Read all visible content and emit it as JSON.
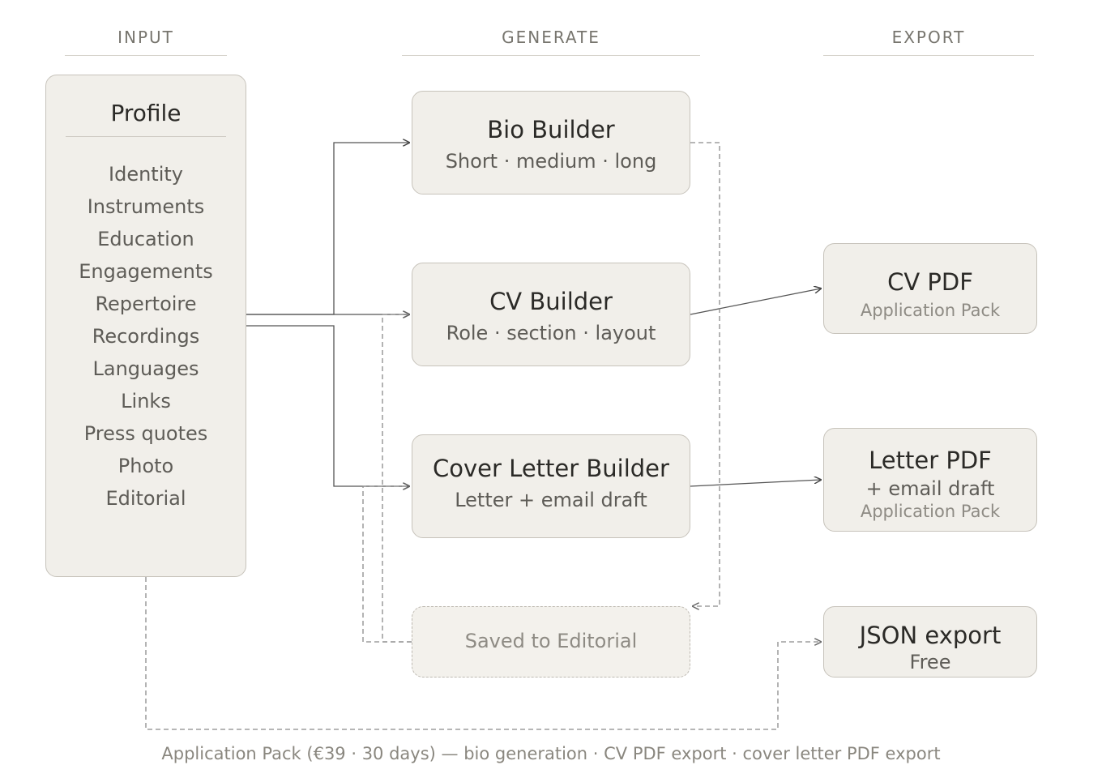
{
  "headers": {
    "input": "INPUT",
    "generate": "GENERATE",
    "export": "EXPORT"
  },
  "profile": {
    "title": "Profile",
    "items": [
      "Identity",
      "Instruments",
      "Education",
      "Engagements",
      "Repertoire",
      "Recordings",
      "Languages",
      "Links",
      "Press quotes",
      "Photo",
      "Editorial"
    ]
  },
  "generate": {
    "bio": {
      "title": "Bio Builder",
      "subtitle": "Short · medium · long"
    },
    "cv": {
      "title": "CV Builder",
      "subtitle": "Role · section · layout"
    },
    "cover": {
      "title": "Cover Letter Builder",
      "subtitle": "Letter + email draft"
    },
    "saved": {
      "title": "Saved to Editorial"
    }
  },
  "export": {
    "cv_pdf": {
      "title": "CV PDF",
      "note": "Application Pack"
    },
    "letter_pdf": {
      "title": "Letter PDF",
      "subtitle": "+ email draft",
      "note": "Application Pack"
    },
    "json": {
      "title": "JSON export",
      "subtitle": "Free"
    }
  },
  "footer": "Application Pack (€39 · 30 days) — bio generation · CV PDF export · cover letter PDF export",
  "colors": {
    "box_fill": "#f1efea",
    "box_border": "#c7c3bb",
    "line": "#555555",
    "dashed_line": "#8a8a8a"
  }
}
